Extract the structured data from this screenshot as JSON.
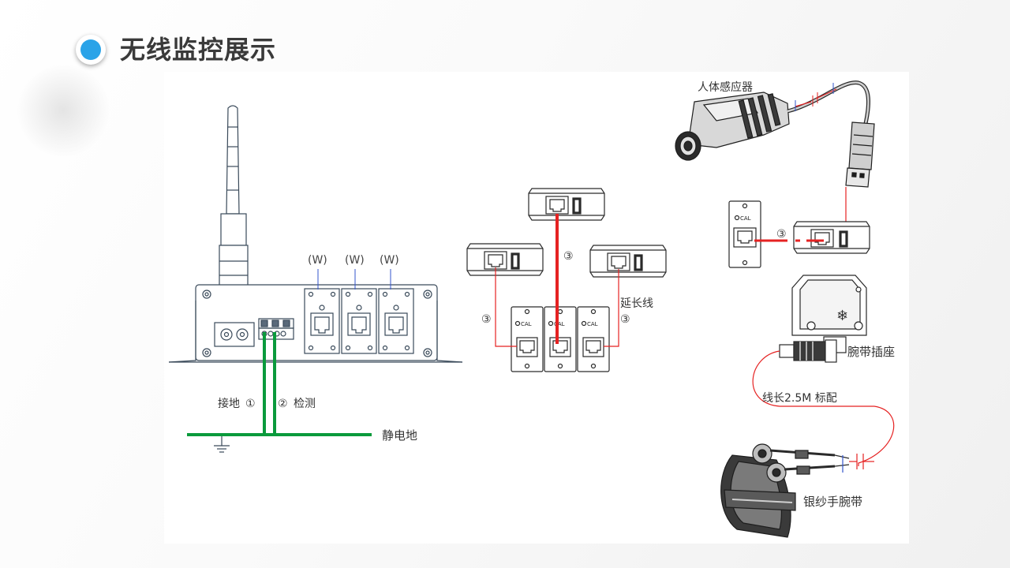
{
  "page": {
    "title": "无线监控展示"
  },
  "diagram": {
    "w_labels": [
      "(W)",
      "(W)",
      "(W)"
    ],
    "ground_label": "接地",
    "ground_num": "①",
    "detect_num": "②",
    "detect_label": "检测",
    "static_ground": "静电地",
    "circle3": "③",
    "extension": "延长线",
    "cal": "CAL",
    "sensor": "人体感应器",
    "wrist_socket": "腕带插座",
    "cable_length": "线长2.5M 标配",
    "wrist_strap": "银纱手腕带"
  },
  "colors": {
    "accent": "#2aa3e8",
    "ground_green": "#0a9a3c",
    "cable_red": "#e52222",
    "line": "#3a4a5a"
  }
}
